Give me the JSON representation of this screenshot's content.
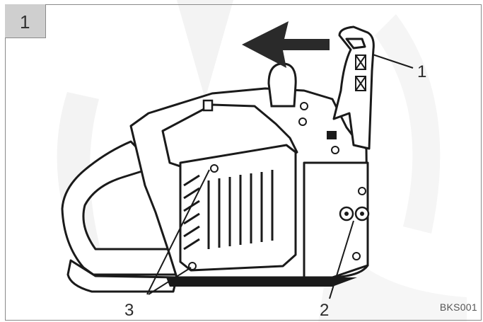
{
  "figure": {
    "number": "1",
    "code": "BKS001",
    "callouts": {
      "front_handle_guard": "1",
      "bar_mounting_nuts": "2",
      "cover_screws": "3"
    }
  },
  "icons": {
    "direction_arrow": "left-arrow-icon",
    "chainsaw": "chainsaw-illustration"
  }
}
